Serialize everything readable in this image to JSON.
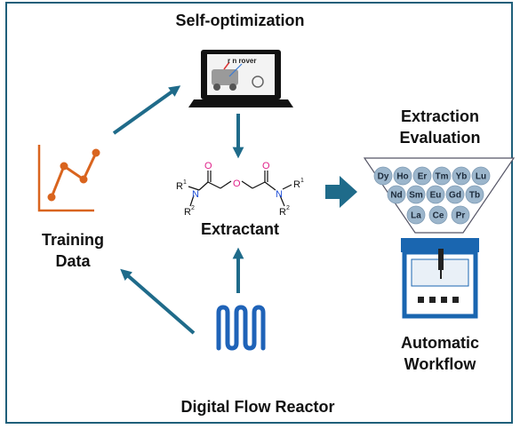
{
  "labels": {
    "self_optimization": "Self-optimization",
    "extraction_line1": "Extraction",
    "extraction_line2": "Evaluation",
    "training_line1": "Training",
    "training_line2": "Data",
    "extractant": "Extractant",
    "automatic_line1": "Automatic",
    "automatic_line2": "Workflow",
    "flow_reactor": "Digital Flow Reactor",
    "screen_text": "r n rover"
  },
  "molecule": {
    "oxygen": "O",
    "nitrogen": "N",
    "r1": "R",
    "r1_sup": "1",
    "r2": "R",
    "r2_sup": "2"
  },
  "elements": {
    "row1": [
      "Dy",
      "Ho",
      "Er",
      "Tm",
      "Yb",
      "Lu"
    ],
    "row2": [
      "Nd",
      "Sm",
      "Eu",
      "Gd",
      "Tb"
    ],
    "row3": [
      "La",
      "Ce",
      "Pr"
    ]
  },
  "colors": {
    "arrow": "#1f6b8a",
    "frame": "#1f5f7a",
    "chart": "#d9641e",
    "reactor": "#1f63b8",
    "oxygen": "#e0218a",
    "nitrogen": "#1f4fd8",
    "circle_fill": "#9cb6cc",
    "machine": "#1a66b0"
  },
  "icons": [
    "laptop-icon",
    "line-chart-icon",
    "flow-reactor-icon",
    "funnel-icon",
    "automation-machine-icon",
    "molecule-structure"
  ]
}
